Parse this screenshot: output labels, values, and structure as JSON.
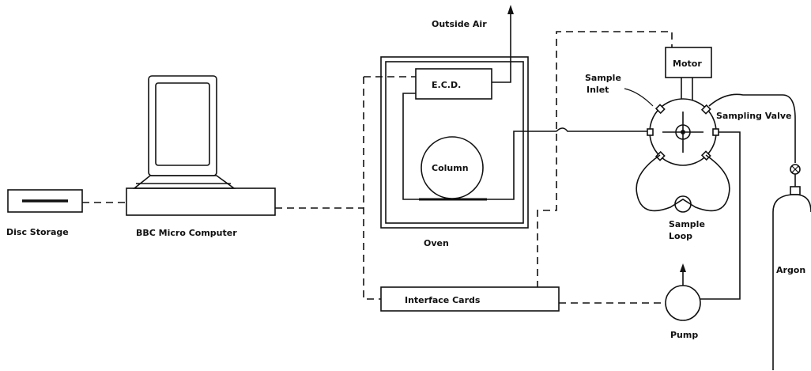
{
  "labels": {
    "outside_air": "Outside Air",
    "motor": "Motor",
    "ecd": "E.C.D.",
    "sample_inlet_line1": "Sample",
    "sample_inlet_line2": "Inlet",
    "sampling_valve": "Sampling Valve",
    "column": "Column",
    "disc_storage": "Disc Storage",
    "bbc_micro": "BBC Micro Computer",
    "oven": "Oven",
    "sample_loop_line1": "Sample",
    "sample_loop_line2": "Loop",
    "argon": "Argon",
    "interface_cards": "Interface   Cards",
    "pump": "Pump"
  },
  "colors": {
    "ink": "#111111",
    "background": "#ffffff"
  }
}
